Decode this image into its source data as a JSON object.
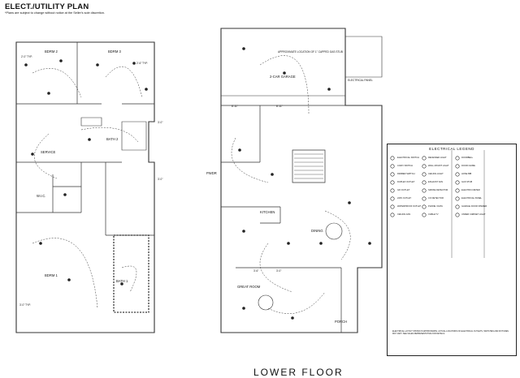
{
  "sheet": {
    "title": "ELECT./UTILITY PLAN",
    "subtitle": "*Plans are subject to change without notice at the Seller's sole discretion.",
    "floor_label": "LOWER FLOOR"
  },
  "upper_plan": {
    "rooms": {
      "bdrm2": "BDRM 2",
      "bdrm3": "BDRM 3",
      "bath2": "BATH 2",
      "service": "SERVICE",
      "wic": "W.I.C.",
      "bdrm1": "BDRM 1",
      "bath1": "BATH 1"
    },
    "dims": {
      "d1": "2'-0\" TYP.",
      "d2": "2'-6\" TYP.",
      "d3": "3'-0\"",
      "d4": "3'-0\"",
      "d5": "3'-0\" TYP."
    }
  },
  "lower_plan": {
    "rooms": {
      "garage": "2-CAR GARAGE",
      "pwdr": "PWDR",
      "kitchen": "KITCHEN",
      "dining": "DINING",
      "great_room": "GREAT ROOM",
      "porch": "PORCH"
    },
    "dims": {
      "g1": "8'-11\"",
      "g2": "8'-11\"",
      "k1": "3'-6\"",
      "k2": "3'-0\""
    },
    "notes": {
      "meter": "APPROXIMATE LOCATION OF 1\" CAPPED GAS STUB",
      "panel": "ELECTRICAL PANEL"
    }
  },
  "legend": {
    "title": "ELECTRICAL LEGEND",
    "items": [
      "ELECTRICAL SWITCH",
      "3-WAY SWITCH",
      "DIMMER SWITCH",
      "DUPLEX OUTLET",
      "GFI OUTLET",
      "220V OUTLET",
      "WATERPROOF OUTLET",
      "CEILING FAN",
      "RECESSED LIGHT",
      "WALL MOUNT LIGHT",
      "CEILING LIGHT",
      "EXHAUST FAN",
      "SMOKE DETECTOR",
      "CO DETECTOR",
      "PHONE / DATA",
      "CABLE TV",
      "DOORBELL",
      "DOOR CHIME",
      "HOSE BIB",
      "GAS STUB",
      "ELECTRIC METER",
      "ELECTRICAL PANEL",
      "GARAGE DOOR OPENER",
      "UNDER CABINET LIGHT"
    ],
    "note": "ELECTRICAL LAYOUT SHOWN IS APPROXIMATE. ACTUAL LOCATIONS OF ELECTRICAL OUTLETS, SWITCHES AND FIXTURES MAY VARY. SEE SALES REPRESENTATIVE FOR DETAILS."
  }
}
